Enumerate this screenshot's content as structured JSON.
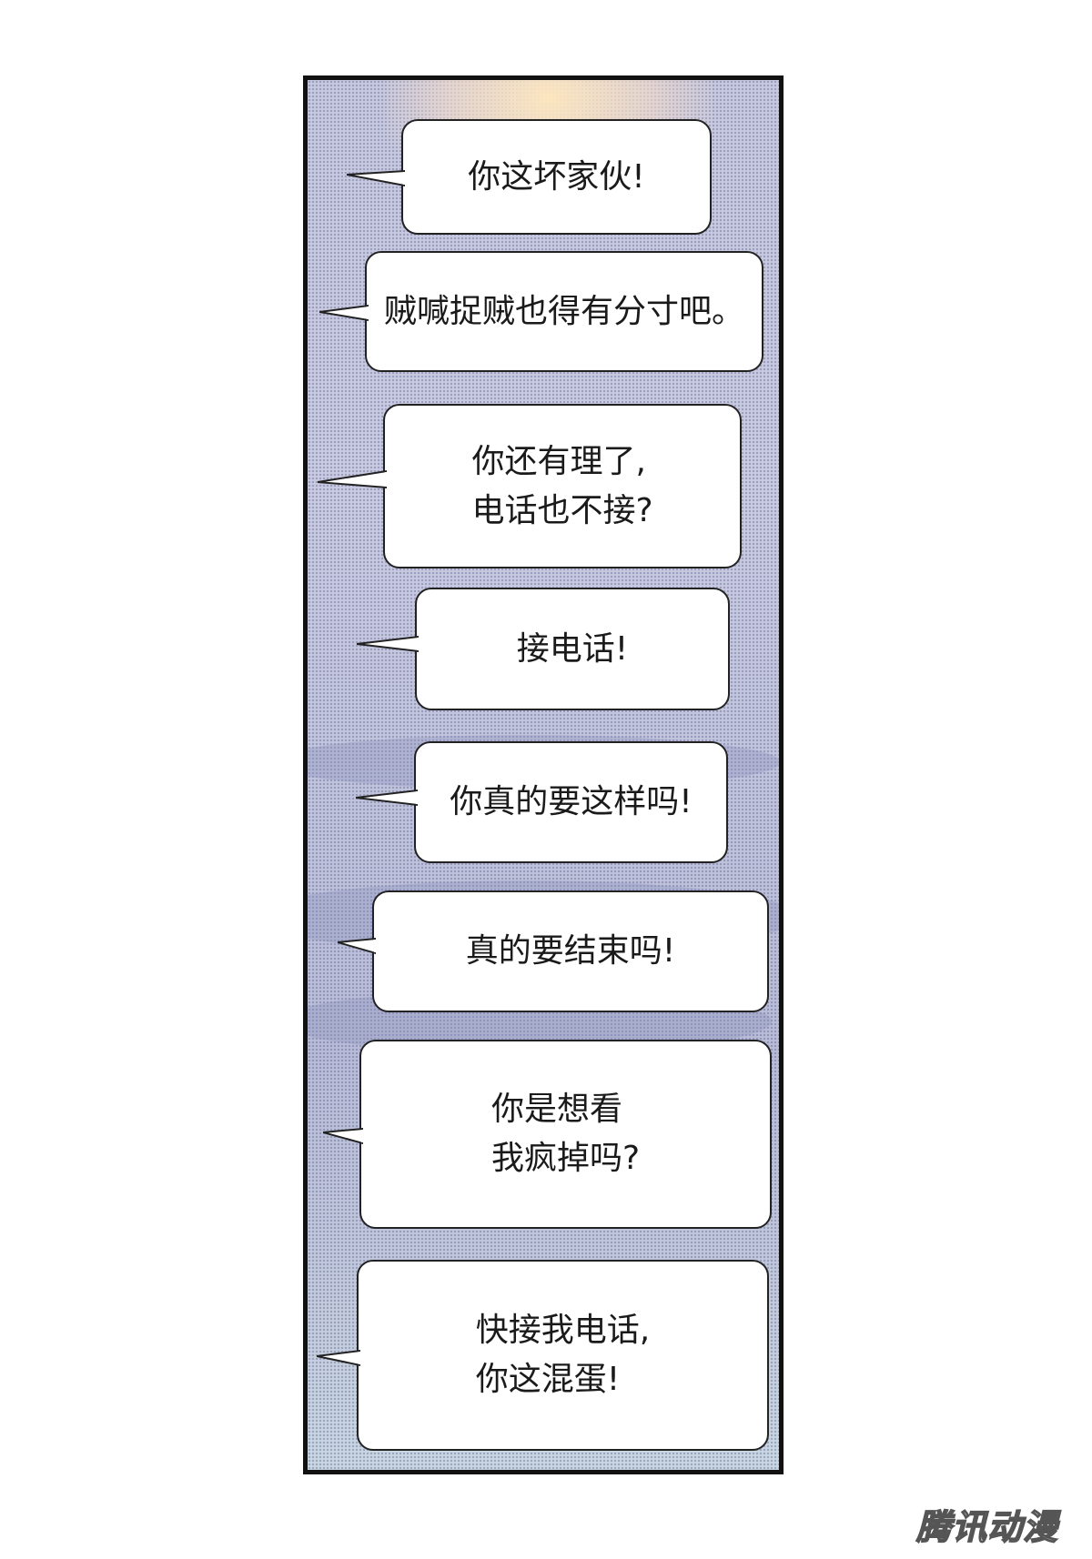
{
  "bubbles": [
    {
      "text": "你这坏家伙!"
    },
    {
      "text": "贼喊捉贼也得有分寸吧。"
    },
    {
      "text": "你还有理了,\n电话也不接?"
    },
    {
      "text": "接电话!"
    },
    {
      "text": "你真的要这样吗!"
    },
    {
      "text": "真的要结束吗!"
    },
    {
      "text": "你是想看\n我疯掉吗?"
    },
    {
      "text": "快接我电话,\n你这混蛋!"
    }
  ],
  "watermark": "腾讯动漫"
}
